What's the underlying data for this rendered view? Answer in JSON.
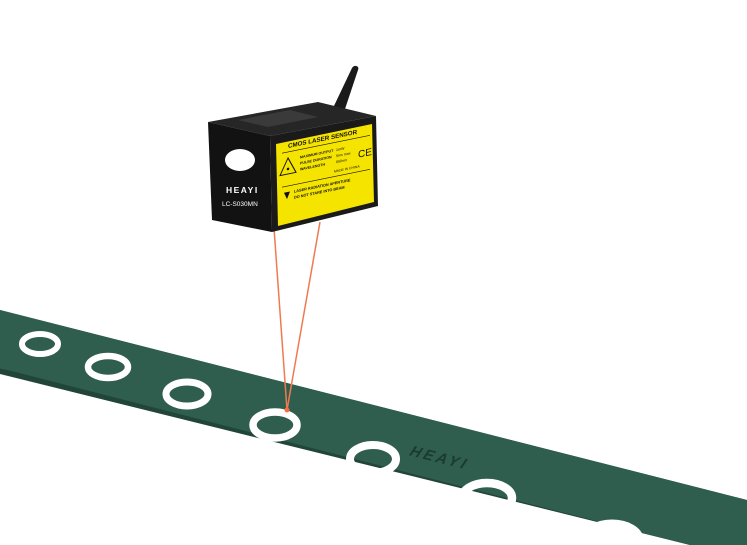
{
  "sensor": {
    "brand": "HEAYI",
    "model": "LC-S030MN",
    "label_title": "CMOS LASER SENSOR",
    "specs": [
      {
        "name": "MAXIMUM OUTPUT",
        "value": "1mW"
      },
      {
        "name": "PULSE DURATION",
        "value": "5ms max"
      },
      {
        "name": "WAVELENGTH",
        "value": "650nm"
      }
    ],
    "ce_mark": "CE",
    "made_in": "MADE IN CHINA",
    "warning_line1": "LASER RADIATION APERTURE",
    "warning_line2": "DO NOT STARE INTO BEAM"
  },
  "belt": {
    "brand": "HEAYI"
  },
  "colors": {
    "belt": "#2f5e4f",
    "belt_edge": "#214639",
    "label_yellow": "#f5e400",
    "housing": "#121212",
    "laser": "#f07a50",
    "washer": "#ffffff"
  }
}
